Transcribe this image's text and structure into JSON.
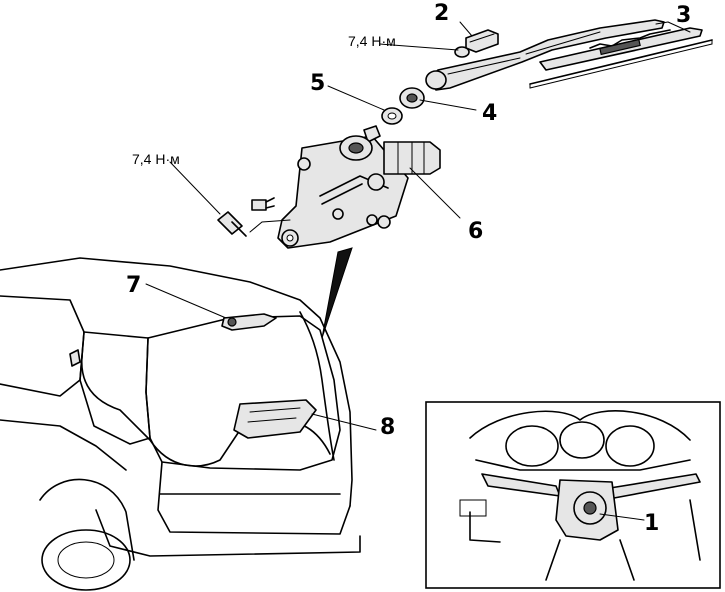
{
  "torque_labels": {
    "arm_nut": "7,4 Н·м",
    "motor_bolt": "7,4 Н·м"
  },
  "callouts": {
    "c1": "1",
    "c2": "2",
    "c3": "3",
    "c4": "4",
    "c5": "5",
    "c6": "6",
    "c7": "7",
    "c8": "8"
  }
}
